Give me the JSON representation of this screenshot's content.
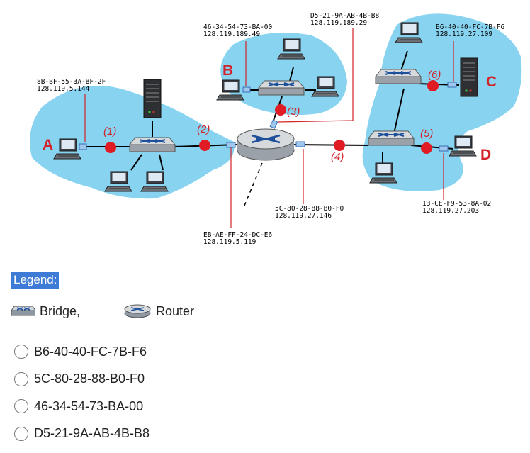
{
  "diagram": {
    "addresses": {
      "A": {
        "mac": "8B-BF-55-3A-BF-2F",
        "ip": "128.119.5.144"
      },
      "B": {
        "mac": "46-34-54-73-BA-00",
        "ip": "128.119.189.49"
      },
      "router_top": {
        "mac": "D5-21-9A-AB-4B-B8",
        "ip": "128.119.189.29"
      },
      "C": {
        "mac": "B6-40-40-FC-7B-F6",
        "ip": "128.119.27.109"
      },
      "router_right": {
        "mac": "5C-80-28-88-B0-F0",
        "ip": "128.119.27.146"
      },
      "D": {
        "mac": "13-CE-F9-53-8A-02",
        "ip": "128.119.27.203"
      },
      "router_left": {
        "mac": "EB-AE-FF-24-DC-E6",
        "ip": "128.119.5.119"
      }
    },
    "hosts": {
      "A": "A",
      "B": "B",
      "C": "C",
      "D": "D"
    },
    "points": [
      "(1)",
      "(2)",
      "(3)",
      "(4)",
      "(5)",
      "(6)"
    ],
    "colors": {
      "lan": "#87d3f0",
      "accent": "#d2232a",
      "device": "#c9ced3"
    }
  },
  "legend": {
    "title": "Legend:",
    "bridge_label": "Bridge,",
    "router_label": "Router"
  },
  "options": [
    {
      "label": "B6-40-40-FC-7B-F6"
    },
    {
      "label": "5C-80-28-88-B0-F0"
    },
    {
      "label": "46-34-54-73-BA-00"
    },
    {
      "label": "D5-21-9A-AB-4B-B8"
    }
  ]
}
